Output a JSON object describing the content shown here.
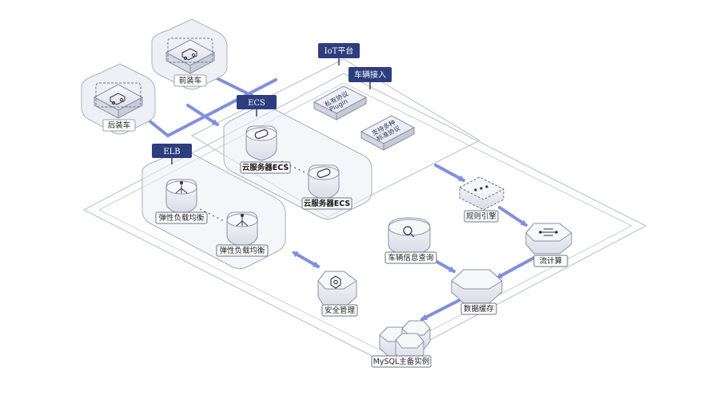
{
  "colors": {
    "tag_bg": "#2c3e7e",
    "arrow": "#7f8ee0",
    "plate": "#dfe2ec",
    "node": "#f2f3f7"
  },
  "tags": {
    "iot_platform": "IoT平台",
    "vehicle_access": "车辆接入",
    "ecs": "ECS",
    "elb": "ELB"
  },
  "nodes": {
    "front_vehicle": "前装车",
    "rear_vehicle": "后装车",
    "ecs_server_1": "云服务器ECS",
    "ecs_server_2": "云服务器ECS",
    "slb_1": "弹性负载均衡",
    "slb_2": "弹性负载均衡",
    "rule_engine": "规则引擎",
    "stream_compute": "流计算",
    "vehicle_query": "车辆信息查询",
    "data_store": "数据缓存",
    "security": "安全管理",
    "mysql": "MySQL主备实例"
  },
  "iot_blocks": {
    "private_protocol_line1": "私有协议",
    "private_protocol_line2": "Plugin",
    "standard_protocol_line1": "支持多种",
    "standard_protocol_line2": "标准协议"
  },
  "icons": {
    "vehicle": "truck-icon",
    "server": "server-icon",
    "load_balancer": "load-balancer-icon",
    "rule_engine": "dots-icon",
    "stream": "stream-icon",
    "query": "search-icon",
    "database": "database-icon",
    "security": "gear-shield-icon",
    "cluster": "hexagon-cluster-icon"
  }
}
